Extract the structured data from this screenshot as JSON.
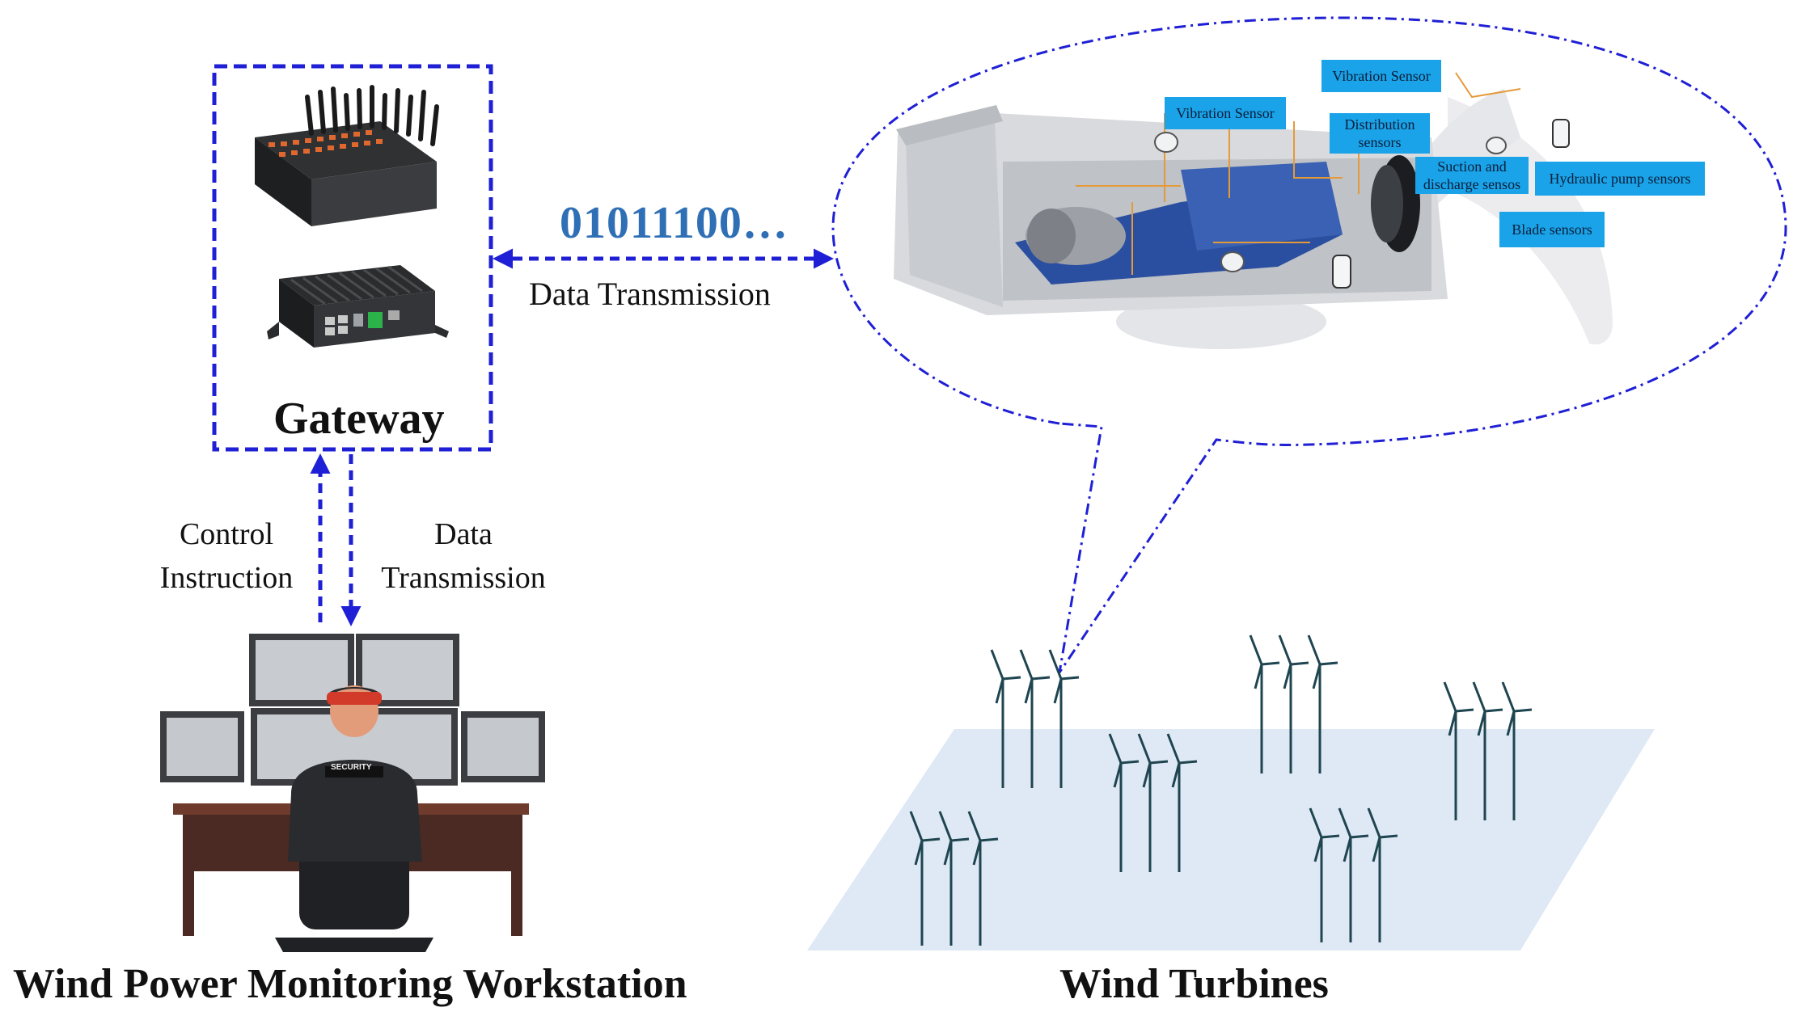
{
  "gateway": {
    "title": "Gateway"
  },
  "link": {
    "binary": "01011100…",
    "label": "Data Transmission"
  },
  "vertical_link": {
    "control_label": "Control Instruction",
    "data_label": "Data Transmission"
  },
  "workstation": {
    "title": "Wind Power Monitoring Workstation",
    "badge": "SECURITY"
  },
  "turbines": {
    "title": "Wind Turbines"
  },
  "nacelle_sensors": [
    {
      "label": "Vibration Sensor"
    },
    {
      "label": "Vibration Sensor"
    },
    {
      "label": "Distribution sensors"
    },
    {
      "label": "Suction and discharge sensos"
    },
    {
      "label": "Hydraulic pump sensors"
    },
    {
      "label": "Blade sensors"
    }
  ],
  "colors": {
    "dashed_blue": "#1f1fd6",
    "binary_blue": "#2e6fb5",
    "tag_blue": "#1aa3e8",
    "field": "#dfe9f5",
    "nacelle_blue": "#2b4fa0",
    "wire_orange": "#e59a3a"
  }
}
